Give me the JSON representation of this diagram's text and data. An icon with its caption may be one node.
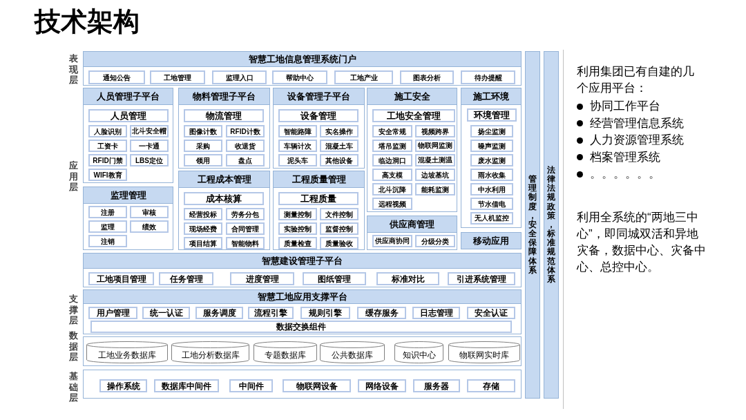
{
  "diagram": {
    "title": "技术架构",
    "nodes": [
      {
        "text": [
          "智慧工地信息管理系统门户"
        ]
      },
      {
        "text": [
          "通知公告"
        ],
        "in": 0
      },
      {
        "text": [
          "工地管理"
        ],
        "in": 0
      },
      {
        "text": [
          "监理入口"
        ],
        "in": 0
      },
      {
        "text": [
          "帮助中心"
        ],
        "in": 0
      },
      {
        "text": [
          "工地产业"
        ],
        "in": 0
      },
      {
        "text": [
          "图表分析"
        ],
        "in": 0
      },
      {
        "text": [
          "待办提醒"
        ],
        "in": 0
      },
      {
        "text": [
          "人员管理子平台"
        ]
      },
      {
        "text": [
          "人员管理"
        ],
        "in": 8
      },
      {
        "text": [
          "人脸识别"
        ],
        "in": 8
      },
      {
        "text": [
          "北斗安全帽"
        ],
        "in": 8
      },
      {
        "text": [
          "工资卡"
        ],
        "in": 8
      },
      {
        "text": [
          "一卡通"
        ],
        "in": 8
      },
      {
        "text": [
          "RFID门禁"
        ],
        "in": 8
      },
      {
        "text": [
          "LBS定位"
        ],
        "in": 8
      },
      {
        "text": [
          "WIFI教育"
        ],
        "in": 8
      },
      {
        "text": [
          "监理管理"
        ]
      },
      {
        "text": [
          "注册"
        ],
        "in": 17
      },
      {
        "text": [
          "审核"
        ],
        "in": 17
      },
      {
        "text": [
          "监理"
        ],
        "in": 17
      },
      {
        "text": [
          "绩效"
        ],
        "in": 17
      },
      {
        "text": [
          "注销"
        ],
        "in": 17
      },
      {
        "text": [
          "物料管理子平台"
        ]
      },
      {
        "text": [
          "物流管理"
        ],
        "in": 23
      },
      {
        "text": [
          "图像计数"
        ],
        "in": 23
      },
      {
        "text": [
          "RFID计数"
        ],
        "in": 23
      },
      {
        "text": [
          "采购"
        ],
        "in": 23
      },
      {
        "text": [
          "收退货"
        ],
        "in": 23
      },
      {
        "text": [
          "领用"
        ],
        "in": 23
      },
      {
        "text": [
          "盘点"
        ],
        "in": 23
      },
      {
        "text": [
          "工程成本管理"
        ]
      },
      {
        "text": [
          "成本核算"
        ],
        "in": 31
      },
      {
        "text": [
          "经营投标"
        ],
        "in": 31
      },
      {
        "text": [
          "劳务分包"
        ],
        "in": 31
      },
      {
        "text": [
          "现场经费"
        ],
        "in": 31
      },
      {
        "text": [
          "合同管理"
        ],
        "in": 31
      },
      {
        "text": [
          "项目结算"
        ],
        "in": 31
      },
      {
        "text": [
          "智能物料"
        ],
        "in": 31
      },
      {
        "text": [
          "设备管理子平台"
        ]
      },
      {
        "text": [
          "设备管理"
        ],
        "in": 39
      },
      {
        "text": [
          "智能路障"
        ],
        "in": 39
      },
      {
        "text": [
          "实名操作"
        ],
        "in": 39
      },
      {
        "text": [
          "车辆计次"
        ],
        "in": 39
      },
      {
        "text": [
          "混凝土车"
        ],
        "in": 39
      },
      {
        "text": [
          "泥头车"
        ],
        "in": 39
      },
      {
        "text": [
          "其他设备"
        ],
        "in": 39
      },
      {
        "text": [
          "工程质量管理"
        ]
      },
      {
        "text": [
          "工程质量"
        ],
        "in": 47
      },
      {
        "text": [
          "测量控制"
        ],
        "in": 47
      },
      {
        "text": [
          "文件控制"
        ],
        "in": 47
      },
      {
        "text": [
          "实验控制"
        ],
        "in": 47
      },
      {
        "text": [
          "监督控制"
        ],
        "in": 47
      },
      {
        "text": [
          "质量检查"
        ],
        "in": 47
      },
      {
        "text": [
          "质量验收"
        ],
        "in": 47
      },
      {
        "text": [
          "施工安全"
        ]
      },
      {
        "text": [
          "工地安全管理"
        ],
        "in": 55
      },
      {
        "text": [
          "安全常规"
        ],
        "in": 55
      },
      {
        "text": [
          "视频跨界"
        ],
        "in": 55
      },
      {
        "text": [
          "塔吊监测"
        ],
        "in": 55
      },
      {
        "text": [
          "物联网监测"
        ],
        "in": 55
      },
      {
        "text": [
          "临边洞口"
        ],
        "in": 55
      },
      {
        "text": [
          "混凝土测温"
        ],
        "in": 55
      },
      {
        "text": [
          "高支模"
        ],
        "in": 55
      },
      {
        "text": [
          "边坡基坑"
        ],
        "in": 55
      },
      {
        "text": [
          "北斗沉降"
        ],
        "in": 55
      },
      {
        "text": [
          "能耗监测"
        ],
        "in": 55
      },
      {
        "text": [
          "远程视频"
        ],
        "in": 55
      },
      {
        "text": [
          "供应商管理"
        ]
      },
      {
        "text": [
          "供应商协同"
        ],
        "in": 68
      },
      {
        "text": [
          "分级分类"
        ],
        "in": 68
      },
      {
        "text": [
          "施工环境"
        ]
      },
      {
        "text": [
          "环境管理"
        ],
        "in": 71
      },
      {
        "text": [
          "扬尘监测"
        ],
        "in": 71
      },
      {
        "text": [
          "噪声监测"
        ],
        "in": 71
      },
      {
        "text": [
          "废水监测"
        ],
        "in": 71
      },
      {
        "text": [
          "雨水收集"
        ],
        "in": 71
      },
      {
        "text": [
          "中水利用"
        ],
        "in": 71
      },
      {
        "text": [
          "节水借电"
        ],
        "in": 71
      },
      {
        "text": [
          "无人机监控"
        ],
        "in": 71
      },
      {
        "text": [
          "移动应用"
        ]
      },
      {
        "text": [
          "智慧建设管理子平台"
        ]
      },
      {
        "text": [
          "工地项目管理"
        ],
        "in": 81
      },
      {
        "text": [
          "任务管理"
        ],
        "in": 81
      },
      {
        "text": [
          "进度管理"
        ],
        "in": 81
      },
      {
        "text": [
          "图纸管理"
        ],
        "in": 81
      },
      {
        "text": [
          "标准对比"
        ],
        "in": 81
      },
      {
        "text": [
          "引进系统管理"
        ],
        "in": 81
      },
      {
        "text": [
          "智慧工地应用支撑平台"
        ]
      },
      {
        "text": [
          "用户管理"
        ],
        "in": 88
      },
      {
        "text": [
          "统一认证"
        ],
        "in": 88
      },
      {
        "text": [
          "服务调度"
        ],
        "in": 88
      },
      {
        "text": [
          "流程引擎"
        ],
        "in": 88
      },
      {
        "text": [
          "规则引擎"
        ],
        "in": 88
      },
      {
        "text": [
          "缓存服务"
        ],
        "in": 88
      },
      {
        "text": [
          "日志管理"
        ],
        "in": 88
      },
      {
        "text": [
          "安全认证"
        ],
        "in": 88
      },
      {
        "text": [
          "数据交换组件"
        ],
        "in": 88
      },
      {
        "text": [],
        "shape": "box"
      },
      {
        "text": [
          "工地业务数据库"
        ],
        "in": 98
      },
      {
        "text": [
          "工地分析数据库"
        ],
        "in": 98
      },
      {
        "text": [
          "专题数据库"
        ],
        "in": 98
      },
      {
        "text": [
          "公共数据库"
        ],
        "in": 98
      },
      {
        "text": [
          "知识中心"
        ],
        "in": 98
      },
      {
        "text": [
          "物联网实时库"
        ],
        "in": 98
      },
      {
        "text": [],
        "shape": "box"
      },
      {
        "text": [
          "操作系统"
        ],
        "in": 105
      },
      {
        "text": [
          "数据库中间件"
        ],
        "in": 105
      },
      {
        "text": [
          "中间件"
        ],
        "in": 105
      },
      {
        "text": [
          "物联网设备"
        ],
        "in": 105
      },
      {
        "text": [
          "网络设备"
        ],
        "in": 105
      },
      {
        "text": [
          "服务器"
        ],
        "in": 105
      },
      {
        "text": [
          "存储"
        ],
        "in": 105
      },
      {
        "text": [
          "管理制度，安全保障体系"
        ]
      },
      {
        "text": [
          "法律法规政策，标准规范体系"
        ]
      }
    ],
    "labels": [
      "表现层",
      "应用层",
      "支撑层",
      "数据层",
      "基础层",
      "利用集团已有自建的几个应用平台：",
      "协同工作平台",
      "经营管理信息系统",
      "人力资源管理系统",
      "档案管理系统",
      "。。。。。。",
      "利用全系统的“两地三中心”，即同城双活和异地灾备，数据中心、灾备中心、总控中心。"
    ]
  }
}
